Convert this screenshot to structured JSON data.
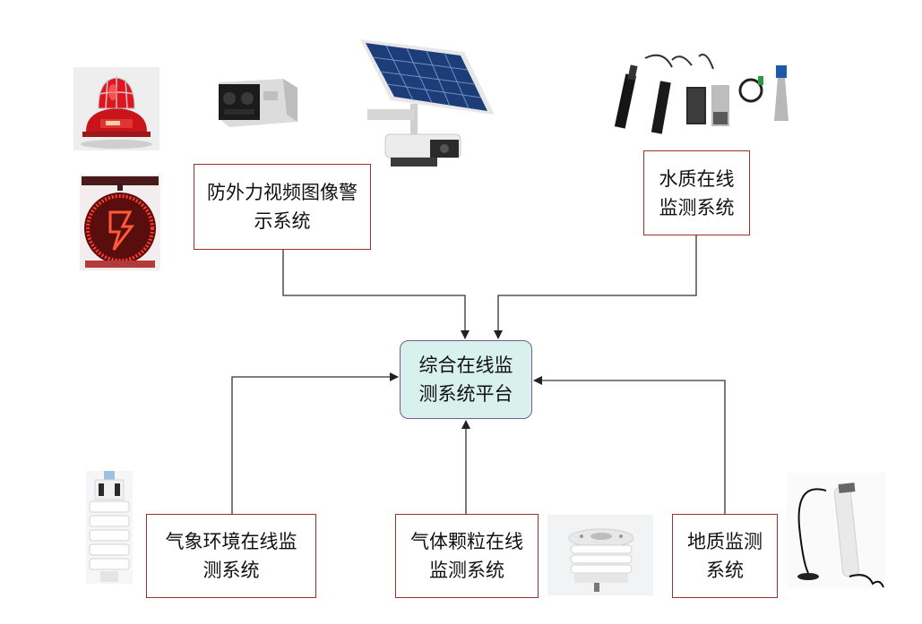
{
  "center": {
    "line1": "综合在线监",
    "line2": "测系统平台"
  },
  "video_system": {
    "line1": "防外力视频图像警",
    "line2": "示系统"
  },
  "water_system": {
    "line1": "水质在线",
    "line2": "监测系统"
  },
  "weather_system": {
    "line1": "气象环境在线监",
    "line2": "测系统"
  },
  "gas_system": {
    "line1": "气体颗粒在线",
    "line2": "监测系统"
  },
  "geo_system": {
    "line1": "地质监测",
    "line2": "系统"
  },
  "colors": {
    "box_border": "#9c3030",
    "center_fill": "#d8f1ec",
    "center_border": "#7a5a8c",
    "arrow": "#333333"
  }
}
